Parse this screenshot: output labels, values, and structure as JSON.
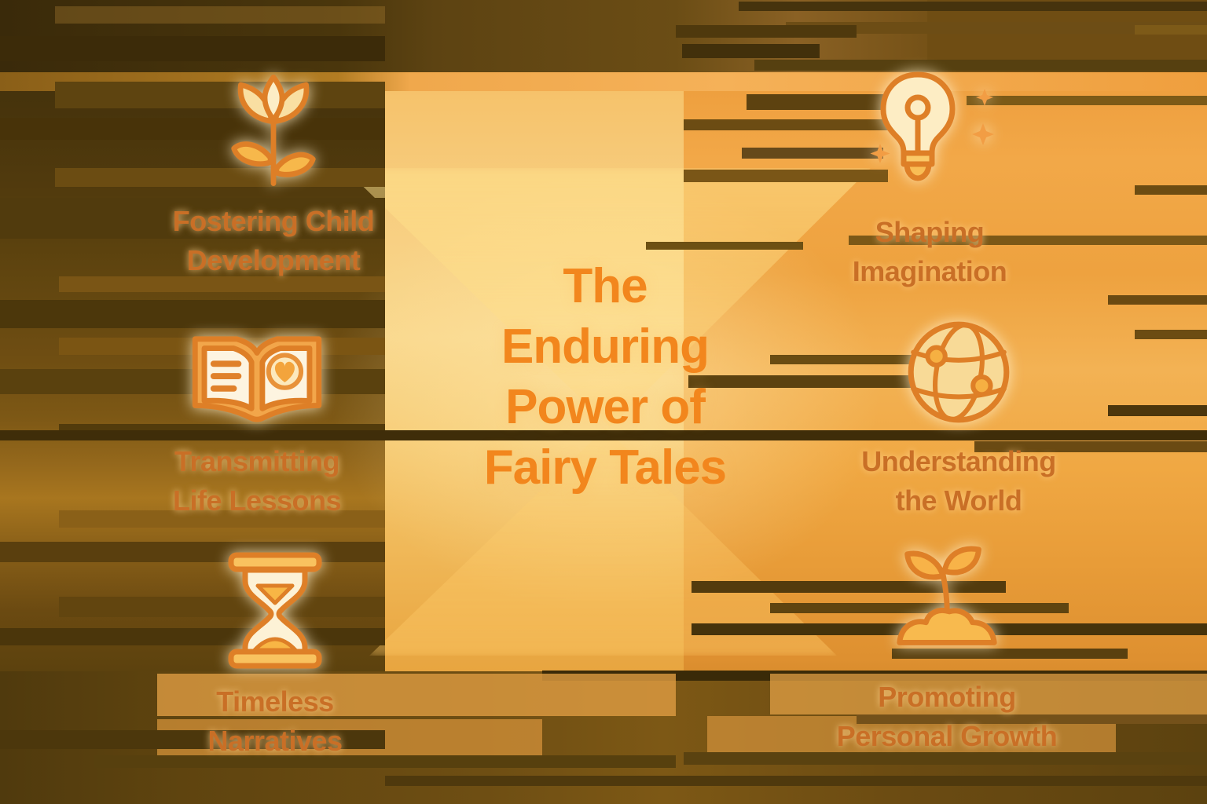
{
  "title": {
    "full_text": "The Enduring Power of Fairy Tales",
    "line1": "The",
    "line2": "Enduring",
    "line3": "Power of",
    "line4": "Fairy Tales"
  },
  "items": [
    {
      "icon": "flower-icon",
      "line1": "Fostering Child",
      "line2": "Development",
      "full_label": "Fostering Child Development"
    },
    {
      "icon": "lightbulb-icon",
      "line1": "Shaping",
      "line2": "Imagination",
      "full_label": "Shaping Imagination"
    },
    {
      "icon": "open-book-heart-icon",
      "line1": "Transmitting",
      "line2": "Life Lessons",
      "full_label": "Transmitting Life Lessons"
    },
    {
      "icon": "globe-icon",
      "line1": "Understanding",
      "line2": "the World",
      "full_label": "Understanding the World"
    },
    {
      "icon": "hourglass-icon",
      "line1": "Timeless",
      "line2": "Narratives",
      "full_label": "Timeless Narratives"
    },
    {
      "icon": "sprout-icon",
      "line1": "Promoting",
      "line2": "Personal Growth",
      "full_label": "Promoting Personal Growth"
    }
  ],
  "colors": {
    "title_text": "#F2861D",
    "label_text": "#C96F26",
    "icon_outline": "#DE7F27",
    "icon_fill_cream": "#FDEEC6",
    "icon_fill_gold": "#F8B848",
    "background_amber_light": "#F9D88D",
    "background_dark_brown": "#4A350B",
    "streak_olive": "#6B4C12"
  }
}
